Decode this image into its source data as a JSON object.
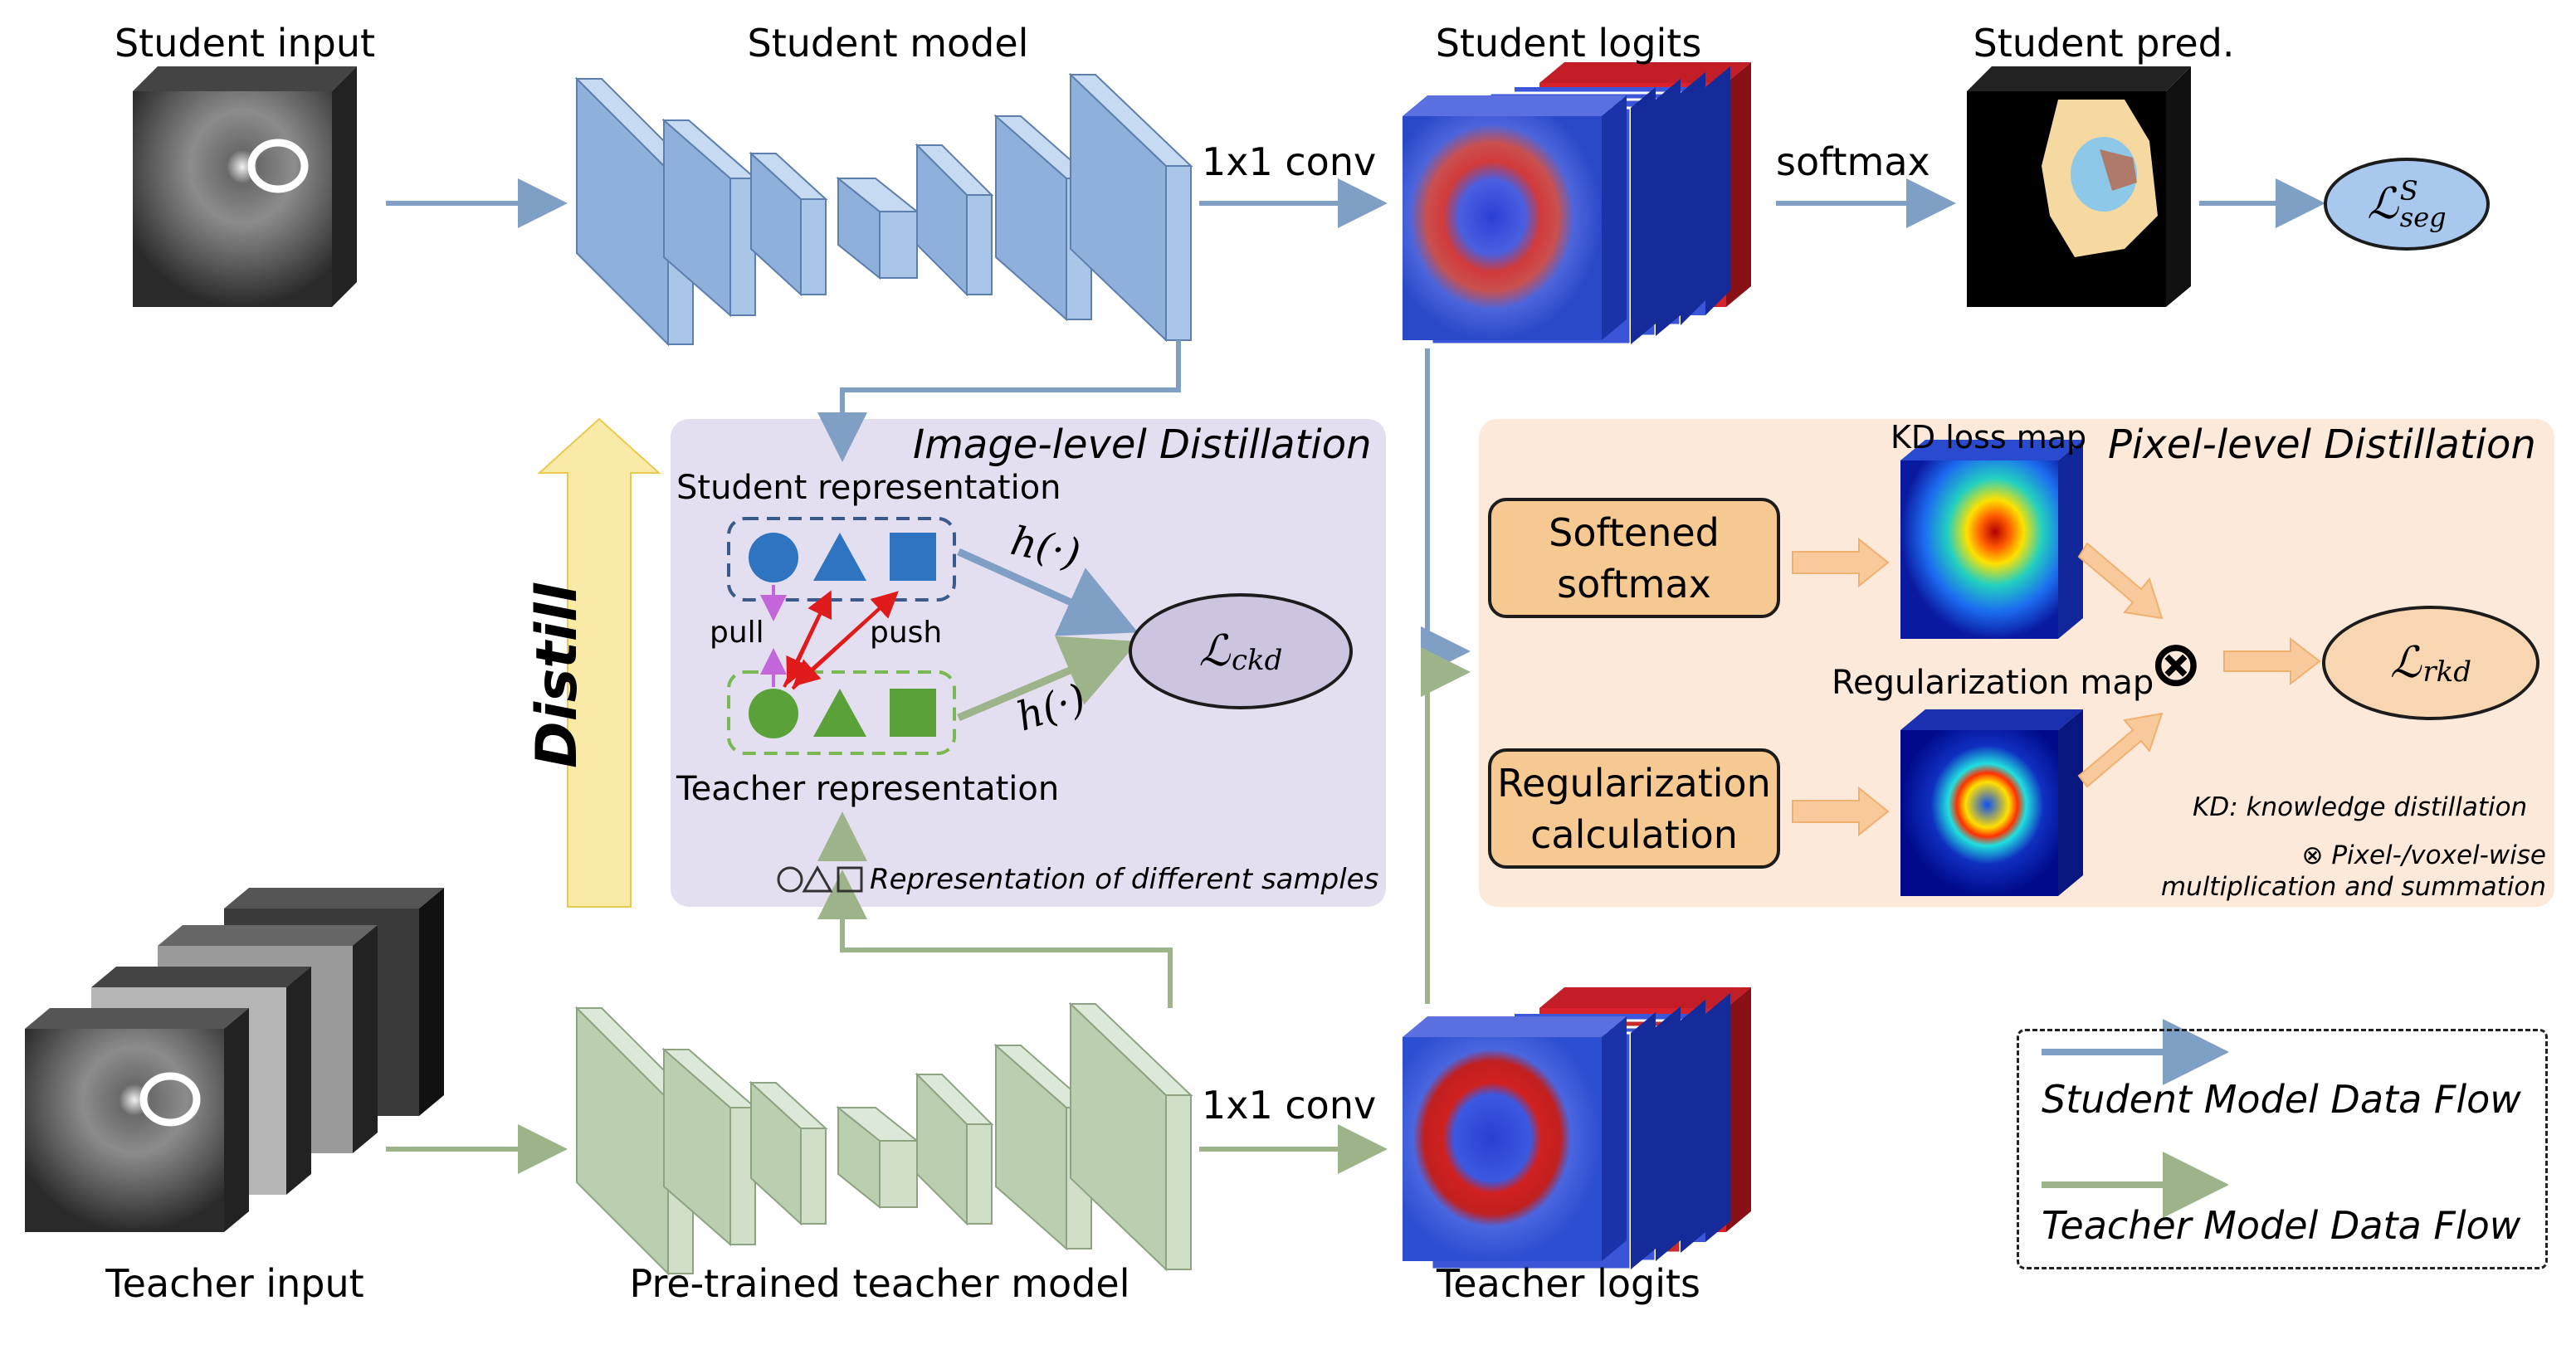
{
  "labels": {
    "student_input": "Student input",
    "student_model": "Student model",
    "student_logits": "Student logits",
    "student_pred": "Student pred.",
    "conv_student": "1x1 conv",
    "softmax": "softmax",
    "teacher_input": "Teacher input",
    "teacher_model": "Pre-trained teacher model",
    "teacher_logits": "Teacher logits",
    "conv_teacher": "1x1 conv",
    "distill": "Distill"
  },
  "image_level": {
    "title": "Image-level Distillation",
    "student_rep": "Student representation",
    "teacher_rep": "Teacher representation",
    "pull": "pull",
    "push": "push",
    "h_top": "h(·)",
    "h_bottom": "h(·)",
    "loss": "ℒckd",
    "samples_note": "Representation of different samples",
    "samples_symbols": "○△□"
  },
  "pixel_level": {
    "title": "Pixel-level Distillation",
    "kd_loss_map": "KD loss map",
    "regularization_map": "Regularization map",
    "softened_softmax": "Softened softmax",
    "regularization_calc": "Regularization calculation",
    "loss": "ℒrkd",
    "otimes": "⊗",
    "note_kd": "KD: knowledge distillation",
    "note_mult": "⊗  Pixel-/voxel-wise multiplication and summation"
  },
  "seg_loss": "ℒSseg",
  "legend": {
    "student_flow": "Student Model Data Flow",
    "teacher_flow": "Teacher Model Data Flow"
  },
  "colors": {
    "student_arrow": "#7f9fc4",
    "teacher_arrow": "#9db38a",
    "student_block": "#a9c6e8",
    "teacher_block": "#cfdfc8",
    "panel_image": "#e4dff0",
    "panel_pixel": "#fce9d9",
    "box_fill": "#f6c992",
    "ellipse_blue": "#a8c8ee",
    "ellipse_purple": "#cdc4e0",
    "ellipse_orange": "#f8d6b1",
    "distill_arrow": "#faeaa8",
    "red_arrow": "#e01b1b",
    "pull_arrow": "#c266d9"
  }
}
